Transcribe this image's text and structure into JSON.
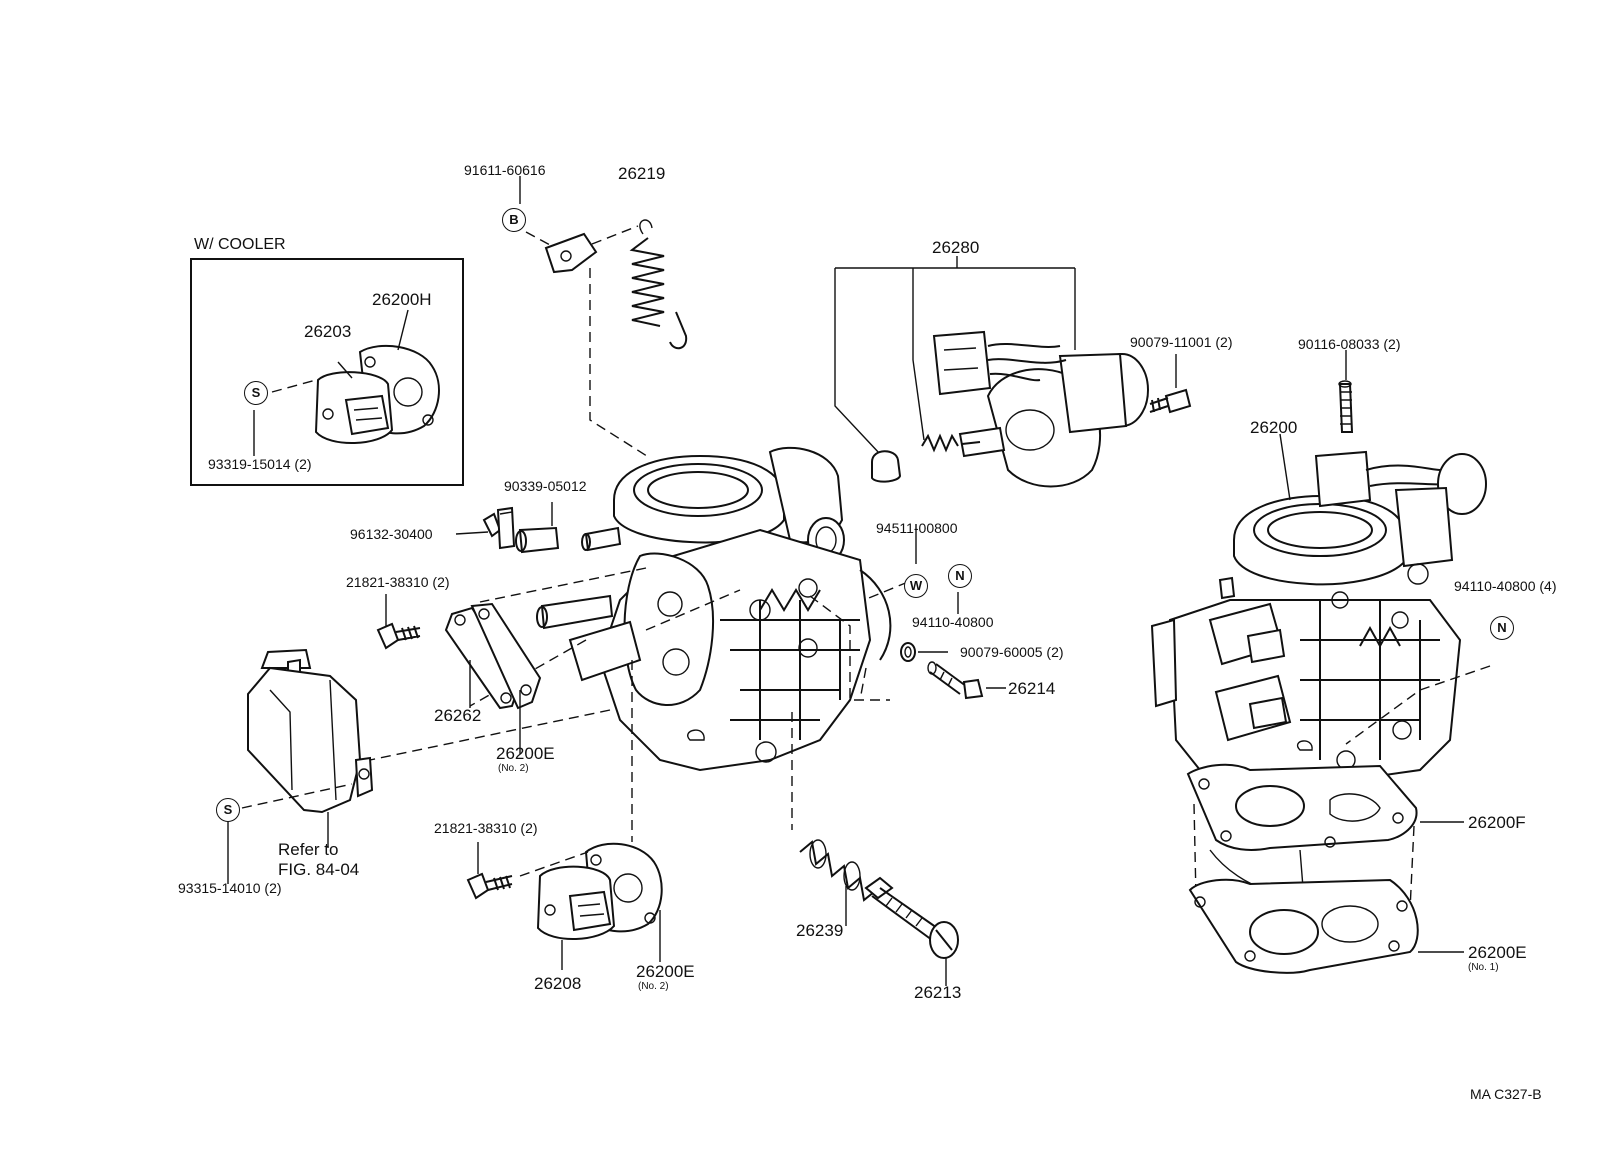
{
  "diagram_code": "MA C327-B",
  "inset": {
    "title": "W/ COOLER"
  },
  "symbols": {
    "b": "B",
    "s": "S",
    "w": "W",
    "n": "N"
  },
  "parts": {
    "p91611": "91611-60616",
    "p26219": "26219",
    "p26280": "26280",
    "p90079_11001": "90079-11001 (2)",
    "p90116": "90116-08033 (2)",
    "p26200": "26200",
    "p26203": "26203",
    "p26200H": "26200H",
    "p93319": "93319-15014 (2)",
    "p90339": "90339-05012",
    "p96132": "96132-30400",
    "p94511": "94511-00800",
    "p94110_a": "94110-40800",
    "p94110_b": "94110-40800 (4)",
    "p21821_a": "21821-38310 (2)",
    "p21821_b": "21821-38310 (2)",
    "p90079_60005": "90079-60005 (2)",
    "p26214": "26214",
    "p26262": "26262",
    "p26200E_a": "26200E",
    "p26200E_b": "26200E",
    "p26200E_c": "26200E",
    "p26200F": "26200F",
    "p93315": "93315-14010 (2)",
    "p26208": "26208",
    "p26239": "26239",
    "p26213": "26213"
  },
  "notes": {
    "no2_a": "(No. 2)",
    "no2_b": "(No. 2)",
    "no1": "(No. 1)"
  },
  "reference": {
    "line1": "Refer to",
    "line2": "FIG. 84-04"
  }
}
